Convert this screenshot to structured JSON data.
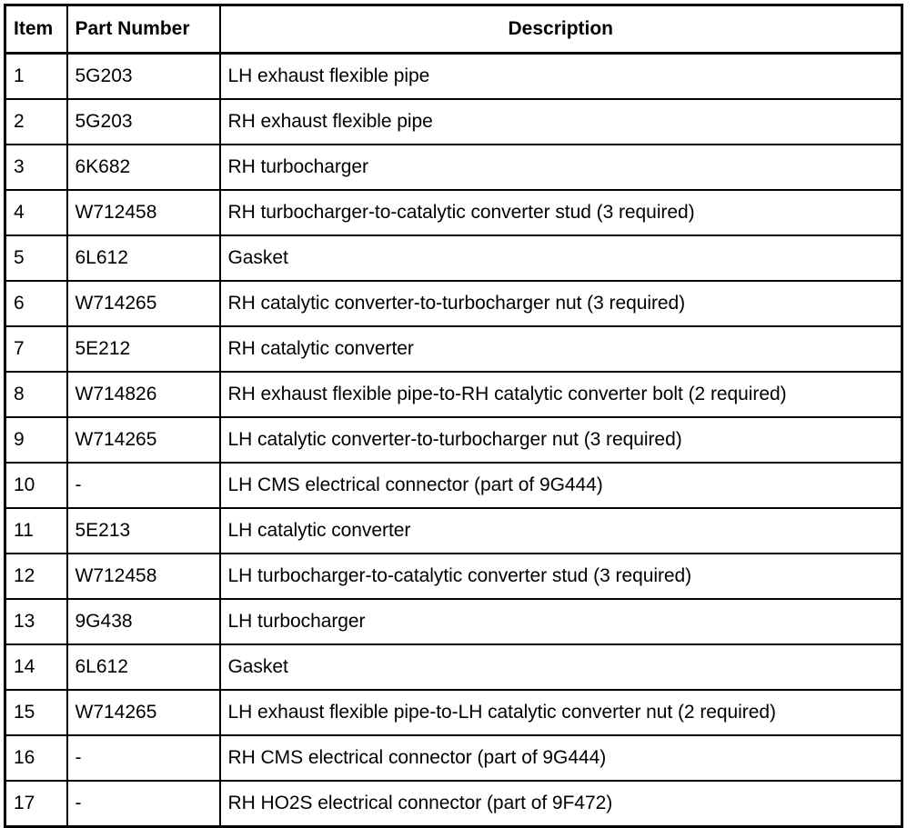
{
  "table": {
    "columns": [
      {
        "key": "item",
        "label": "Item",
        "align": "left"
      },
      {
        "key": "part_number",
        "label": "Part Number",
        "align": "left"
      },
      {
        "key": "description",
        "label": "Description",
        "align": "center"
      }
    ],
    "rows": [
      {
        "item": "1",
        "part_number": "5G203",
        "description": "LH exhaust flexible pipe"
      },
      {
        "item": "2",
        "part_number": "5G203",
        "description": "RH exhaust flexible pipe"
      },
      {
        "item": "3",
        "part_number": "6K682",
        "description": "RH turbocharger"
      },
      {
        "item": "4",
        "part_number": "W712458",
        "description": "RH turbocharger-to-catalytic converter stud (3 required)"
      },
      {
        "item": "5",
        "part_number": "6L612",
        "description": "Gasket"
      },
      {
        "item": "6",
        "part_number": "W714265",
        "description": "RH catalytic converter-to-turbocharger nut (3 required)"
      },
      {
        "item": "7",
        "part_number": "5E212",
        "description": "RH catalytic converter"
      },
      {
        "item": "8",
        "part_number": "W714826",
        "description": "RH exhaust flexible pipe-to-RH catalytic converter bolt (2 required)"
      },
      {
        "item": "9",
        "part_number": "W714265",
        "description": "LH catalytic converter-to-turbocharger nut (3 required)"
      },
      {
        "item": "10",
        "part_number": "-",
        "description": "LH CMS electrical connector (part of 9G444)"
      },
      {
        "item": "11",
        "part_number": "5E213",
        "description": "LH catalytic converter"
      },
      {
        "item": "12",
        "part_number": "W712458",
        "description": "LH turbocharger-to-catalytic converter stud (3 required)"
      },
      {
        "item": "13",
        "part_number": "9G438",
        "description": "LH turbocharger"
      },
      {
        "item": "14",
        "part_number": "6L612",
        "description": "Gasket"
      },
      {
        "item": "15",
        "part_number": "W714265",
        "description": "LH exhaust flexible pipe-to-LH catalytic converter nut (2 required)"
      },
      {
        "item": "16",
        "part_number": "-",
        "description": "RH CMS electrical connector (part of 9G444)"
      },
      {
        "item": "17",
        "part_number": "-",
        "description": "RH HO2S electrical connector (part of 9F472)"
      }
    ]
  },
  "style": {
    "border_color": "#000000",
    "background_color": "#ffffff",
    "text_color": "#000000"
  }
}
